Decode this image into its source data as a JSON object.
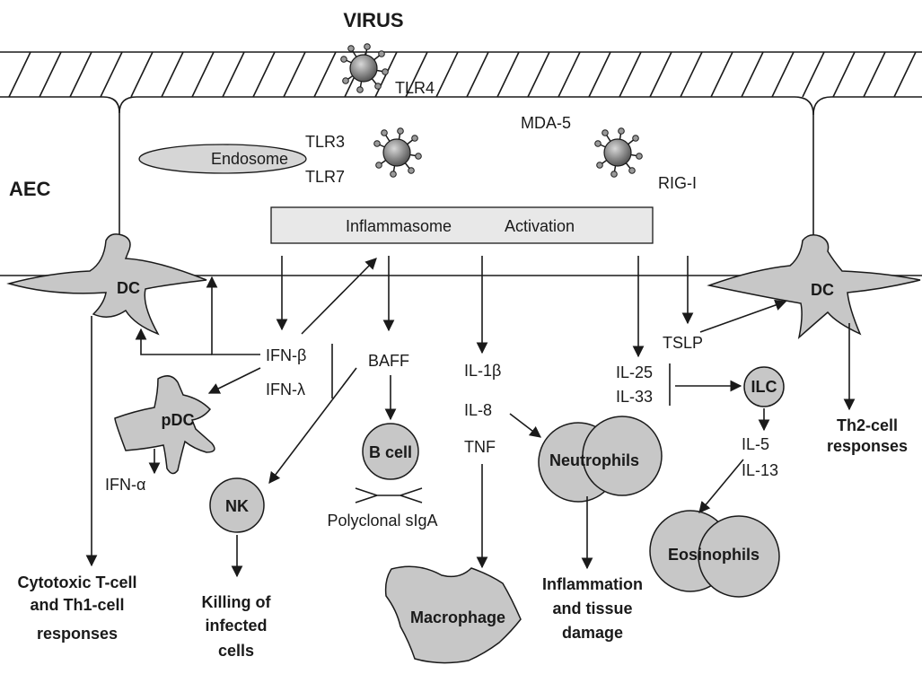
{
  "labels": {
    "virus": "VIRUS",
    "tlr4": "TLR4",
    "tlr3": "TLR3",
    "tlr7": "TLR7",
    "endosome": "Endosome",
    "aec": "AEC",
    "mda5": "MDA-5",
    "rigi": "RIG-I",
    "inflammasome": "Inflammasome",
    "activation": "Activation",
    "dc_left": "DC",
    "dc_right": "DC",
    "ifn_beta": "IFN-β",
    "ifn_lambda": "IFN-λ",
    "baff": "BAFF",
    "il1b": "IL-1β",
    "il8": "IL-8",
    "tnf": "TNF",
    "il25": "IL-25",
    "il33": "IL-33",
    "tslp": "TSLP",
    "pdc": "pDC",
    "ifn_alpha": "IFN-α",
    "nk": "NK",
    "bcell": "B cell",
    "polyclonal": "Polyclonal sIgA",
    "neutrophils": "Neutrophils",
    "ilc": "ILC",
    "il5": "IL-5",
    "il13": "IL-13",
    "eosinophils": "Eosinophils",
    "macrophage": "Macrophage",
    "th2_line1": "Th2-cell",
    "th2_line2": "responses",
    "ctl_line1": "Cytotoxic T-cell",
    "ctl_line2": "and Th1-cell",
    "ctl_line3": "responses",
    "killing_line1": "Killing of",
    "killing_line2": "infected",
    "killing_line3": "cells",
    "infl_line1": "Inflammation",
    "infl_line2": "and tissue",
    "infl_line3": "damage"
  }
}
